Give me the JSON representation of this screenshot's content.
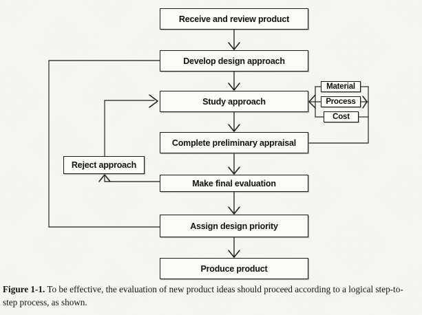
{
  "figure": {
    "id": "Figure 1-1.",
    "caption_text": "To be effective, the evaluation of new product ideas should proceed according to a logical step-to-step process, as shown.",
    "full_caption": "Figure 1-1. To be effective, the evaluation of new product ideas should proceed according to a logical step-to-step process, as shown."
  },
  "colors": {
    "page_background": "#f7f7f4",
    "box_fill": "#fbfbf8",
    "line": "#1a1a1a",
    "text": "#111111",
    "shadow": "#5a5a5a"
  },
  "chart_data": {
    "type": "diagram",
    "title": "Figure 1-1.",
    "diagram_kind": "flowchart",
    "orientation": "top-to-bottom",
    "main_flow": [
      "Receive and review product",
      "Develop design approach",
      "Study approach",
      "Complete preliminary appraisal",
      "Make final evaluation",
      "Assign design priority",
      "Produce product"
    ],
    "side_inputs": [
      "Material",
      "Process",
      "Cost"
    ],
    "decision_nodes": [
      "Reject approach"
    ],
    "edges": [
      {
        "from": "Receive and review product",
        "to": "Develop design approach",
        "type": "arrow",
        "direction": "down"
      },
      {
        "from": "Develop design approach",
        "to": "Study approach",
        "type": "arrow",
        "direction": "down"
      },
      {
        "from": "Study approach",
        "to": "Complete preliminary appraisal",
        "type": "arrow",
        "direction": "down"
      },
      {
        "from": "Complete preliminary appraisal",
        "to": "Make final evaluation",
        "type": "arrow",
        "direction": "down"
      },
      {
        "from": "Make final evaluation",
        "to": "Assign design priority",
        "type": "arrow",
        "direction": "down"
      },
      {
        "from": "Assign design priority",
        "to": "Produce product",
        "type": "arrow",
        "direction": "down"
      },
      {
        "from": "Complete preliminary appraisal",
        "to": "Material / Process / Cost",
        "type": "line",
        "direction": "right-up"
      },
      {
        "from": "Material / Process / Cost",
        "to": "Study approach",
        "type": "arrow",
        "direction": "left"
      },
      {
        "from": "Make final evaluation",
        "to": "Reject approach",
        "type": "arrow",
        "direction": "left-up"
      },
      {
        "from": "Reject approach",
        "to": "Study approach",
        "type": "arrow",
        "direction": "up-right"
      },
      {
        "from": "Assign design priority",
        "to": "Develop design approach",
        "type": "line",
        "direction": "left-up-feedback"
      }
    ]
  },
  "nodes": {
    "receive": {
      "label": "Receive and review product"
    },
    "develop": {
      "label": "Develop design approach"
    },
    "study": {
      "label": "Study approach"
    },
    "appraisal": {
      "label": "Complete preliminary appraisal"
    },
    "evaluation": {
      "label": "Make final evaluation"
    },
    "priority": {
      "label": "Assign design priority"
    },
    "produce": {
      "label": "Produce product"
    },
    "reject": {
      "label": "Reject approach"
    },
    "material": {
      "label": "Material"
    },
    "process": {
      "label": "Process"
    },
    "cost": {
      "label": "Cost"
    }
  }
}
